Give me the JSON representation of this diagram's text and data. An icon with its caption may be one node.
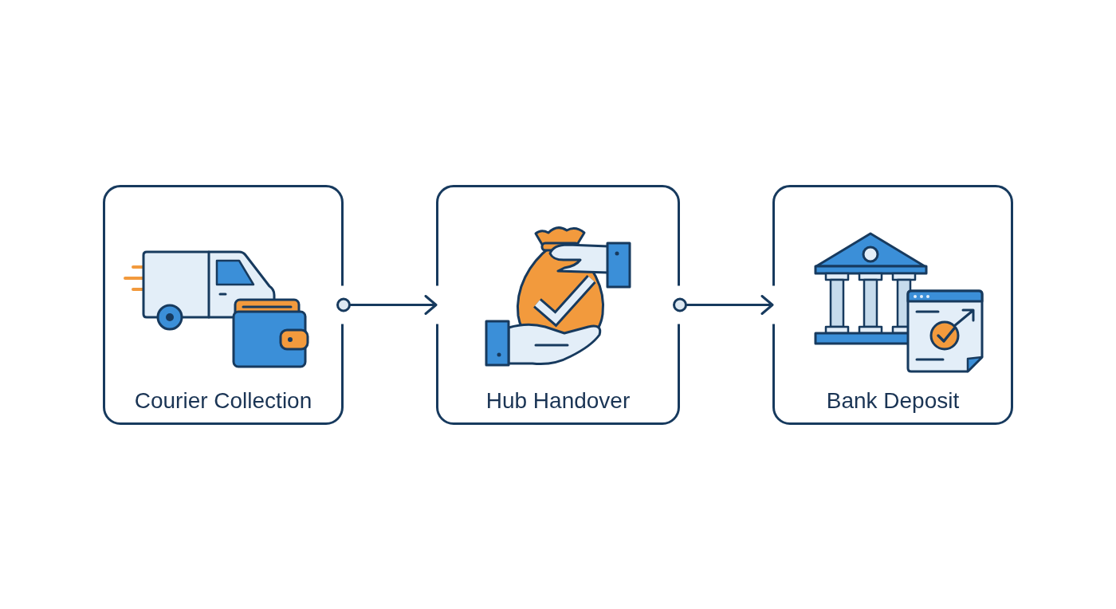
{
  "diagram": {
    "nodes": [
      {
        "text": [
          "Courier Collection"
        ]
      },
      {
        "text": [
          "Hub Handover"
        ]
      },
      {
        "text": [
          "Bank Deposit"
        ]
      }
    ],
    "edges": [
      {
        "from": 0,
        "to": 1,
        "arrow": "to"
      },
      {
        "from": 1,
        "to": 2,
        "arrow": "to"
      }
    ]
  }
}
